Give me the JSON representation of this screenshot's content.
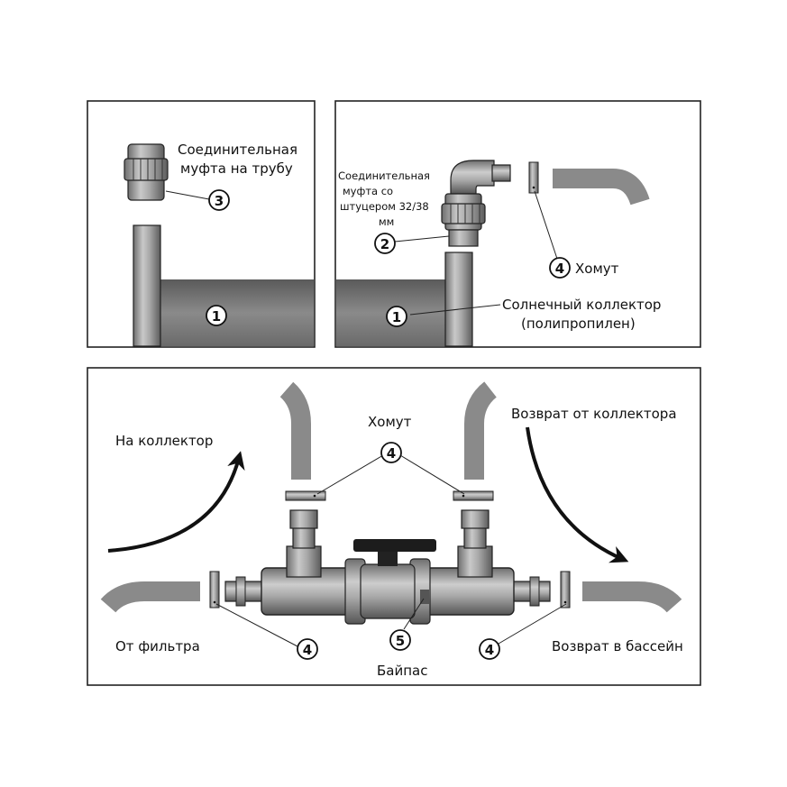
{
  "panel_a": {
    "coupling_label_line1": "Соединительная",
    "coupling_label_line2": "муфта на трубу",
    "coupling_number": "3",
    "collector_number": "1"
  },
  "panel_b": {
    "fitting_label_line1": "Соединительная",
    "fitting_label_line2": "муфта со",
    "fitting_label_line3": "штуцером 32/38",
    "fitting_label_line4": "мм",
    "fitting_number": "2",
    "clamp_number": "4",
    "clamp_label": "Хомут",
    "collector_number": "1",
    "collector_label_line1": "Солнечный коллектор",
    "collector_label_line2": "(полипропилен)"
  },
  "panel_c": {
    "to_collector": "На коллектор",
    "clamp_label": "Хомут",
    "clamp_number_top": "4",
    "return_from_collector": "Возврат от коллектора",
    "from_filter": "От фильтра",
    "clamp_number_left": "4",
    "bypass_number": "5",
    "bypass_label": "Байпас",
    "clamp_number_right": "4",
    "return_to_pool": "Возврат в бассейн"
  }
}
